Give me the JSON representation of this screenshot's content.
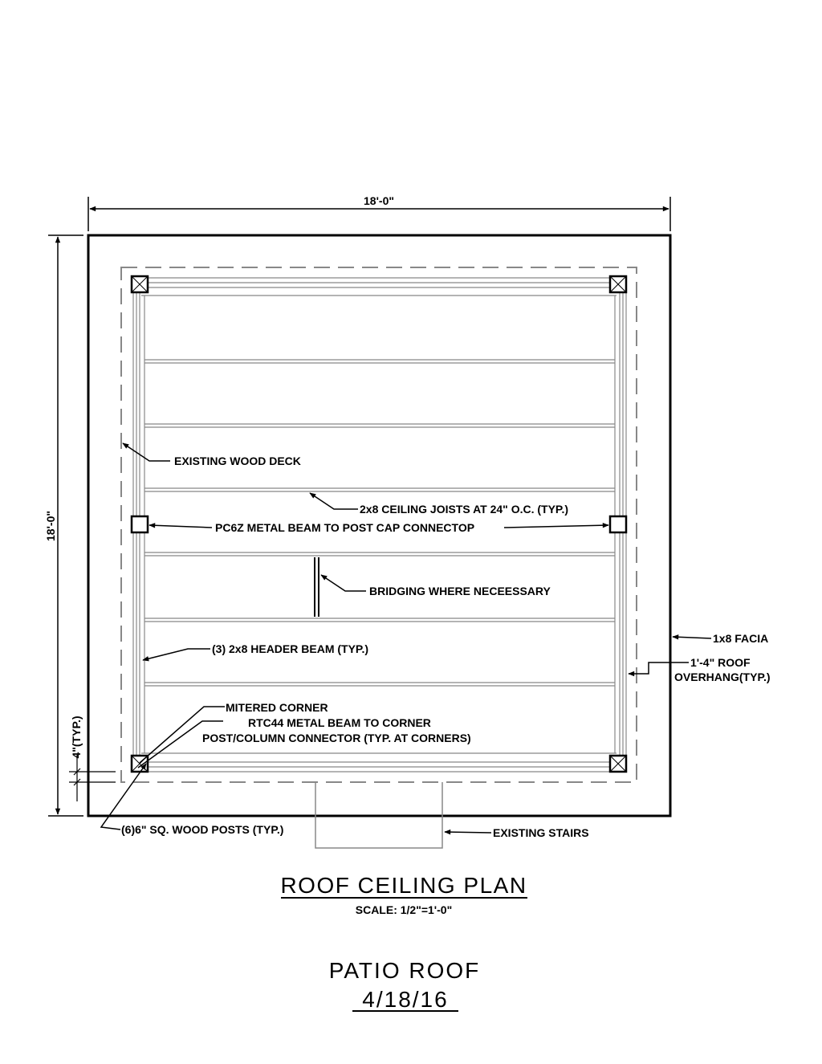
{
  "dimensions": {
    "width": "18'-0\"",
    "height": "18'-0\"",
    "post_offset": "4\"(TYP.)"
  },
  "labels": {
    "existing_deck": "EXISTING WOOD DECK",
    "joists": "2x8 CEILING JOISTS AT 24\" O.C. (TYP.)",
    "beam_connector": "PC6Z METAL BEAM TO POST CAP CONNECTOP",
    "bridging": "BRIDGING WHERE NECEESSARY",
    "facia": "1x8 FACIA",
    "overhang_line1": "1'-4\" ROOF",
    "overhang_line2": "OVERHANG(TYP.)",
    "header_beam": "(3) 2x8 HEADER BEAM (TYP.)",
    "mitered_corner": "MITERED CORNER",
    "corner_connector_line1": "RTC44 METAL BEAM TO CORNER",
    "corner_connector_line2": "POST/COLUMN CONNECTOR (TYP. AT CORNERS)",
    "posts": "(6)6\" SQ. WOOD POSTS (TYP.)",
    "stairs": "EXISTING STAIRS"
  },
  "title_block": {
    "plan_title": "ROOF CEILING PLAN",
    "scale": "SCALE: 1/2\"=1'-0\"",
    "project": "PATIO ROOF",
    "date": "4/18/16"
  },
  "colors": {
    "ink": "#000000",
    "light_ink": "#888888"
  }
}
